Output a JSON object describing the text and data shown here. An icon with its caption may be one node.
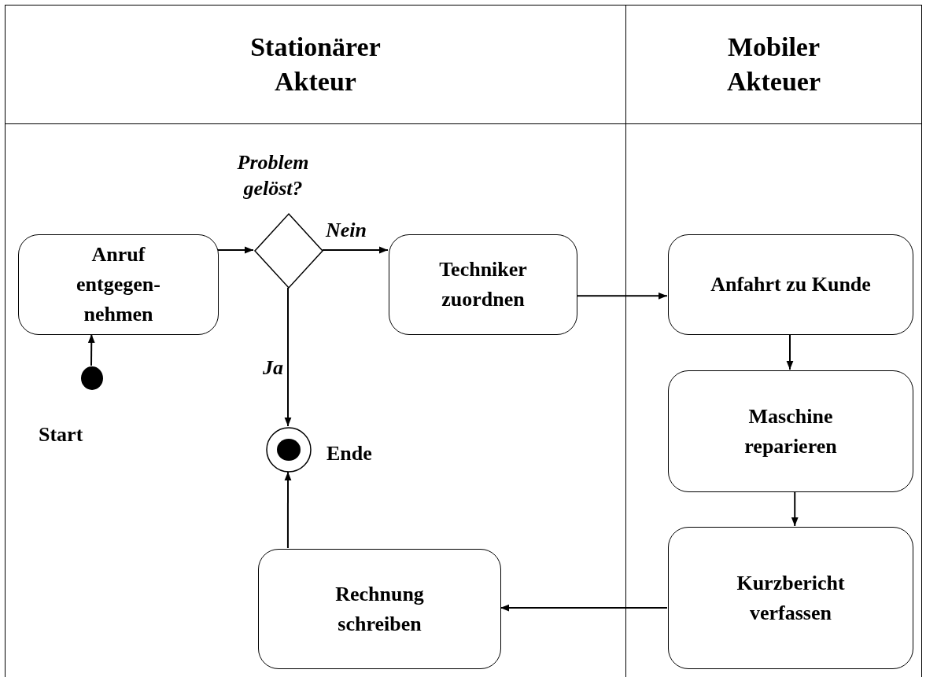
{
  "diagram": {
    "nodes": [
      {
        "text": [
          "Stationärer Akteur"
        ]
      },
      {
        "text": [
          "Mobiler Akteuer"
        ]
      },
      {
        "text": [
          "Anruf entgegen- nehmen"
        ],
        "in": 0
      },
      {
        "text": [],
        "shape": "dot",
        "beside": [
          "Start"
        ],
        "in": 0
      },
      {
        "text": [],
        "shape": "diamond",
        "beside": [
          "Problem gelöst?"
        ],
        "in": 0
      },
      {
        "text": [
          "Techniker zuordnen"
        ],
        "in": 0
      },
      {
        "text": [],
        "shape": "circle",
        "beside": [
          "Ende"
        ],
        "in": 0
      },
      {
        "text": [
          "Rechnung schreiben"
        ],
        "in": 0
      },
      {
        "text": [
          "Anfahrt zu Kunde"
        ],
        "in": 1
      },
      {
        "text": [
          "Maschine reparieren"
        ],
        "in": 1
      },
      {
        "text": [
          "Kurzbericht verfassen"
        ],
        "in": 1
      }
    ],
    "edges": [
      {
        "from": 3,
        "to": 2,
        "arrow": "to"
      },
      {
        "from": 2,
        "to": 4,
        "arrow": "to"
      },
      {
        "from": 4,
        "to": 5,
        "arrow": "to",
        "label": "Nein"
      },
      {
        "from": 4,
        "to": 6,
        "arrow": "to",
        "label": "Ja"
      },
      {
        "from": 5,
        "to": 8,
        "arrow": "to"
      },
      {
        "from": 8,
        "to": 9,
        "arrow": "to"
      },
      {
        "from": 9,
        "to": 10,
        "arrow": "to"
      },
      {
        "from": 10,
        "to": 7,
        "arrow": "to"
      },
      {
        "from": 7,
        "to": 6,
        "arrow": "to"
      }
    ]
  }
}
